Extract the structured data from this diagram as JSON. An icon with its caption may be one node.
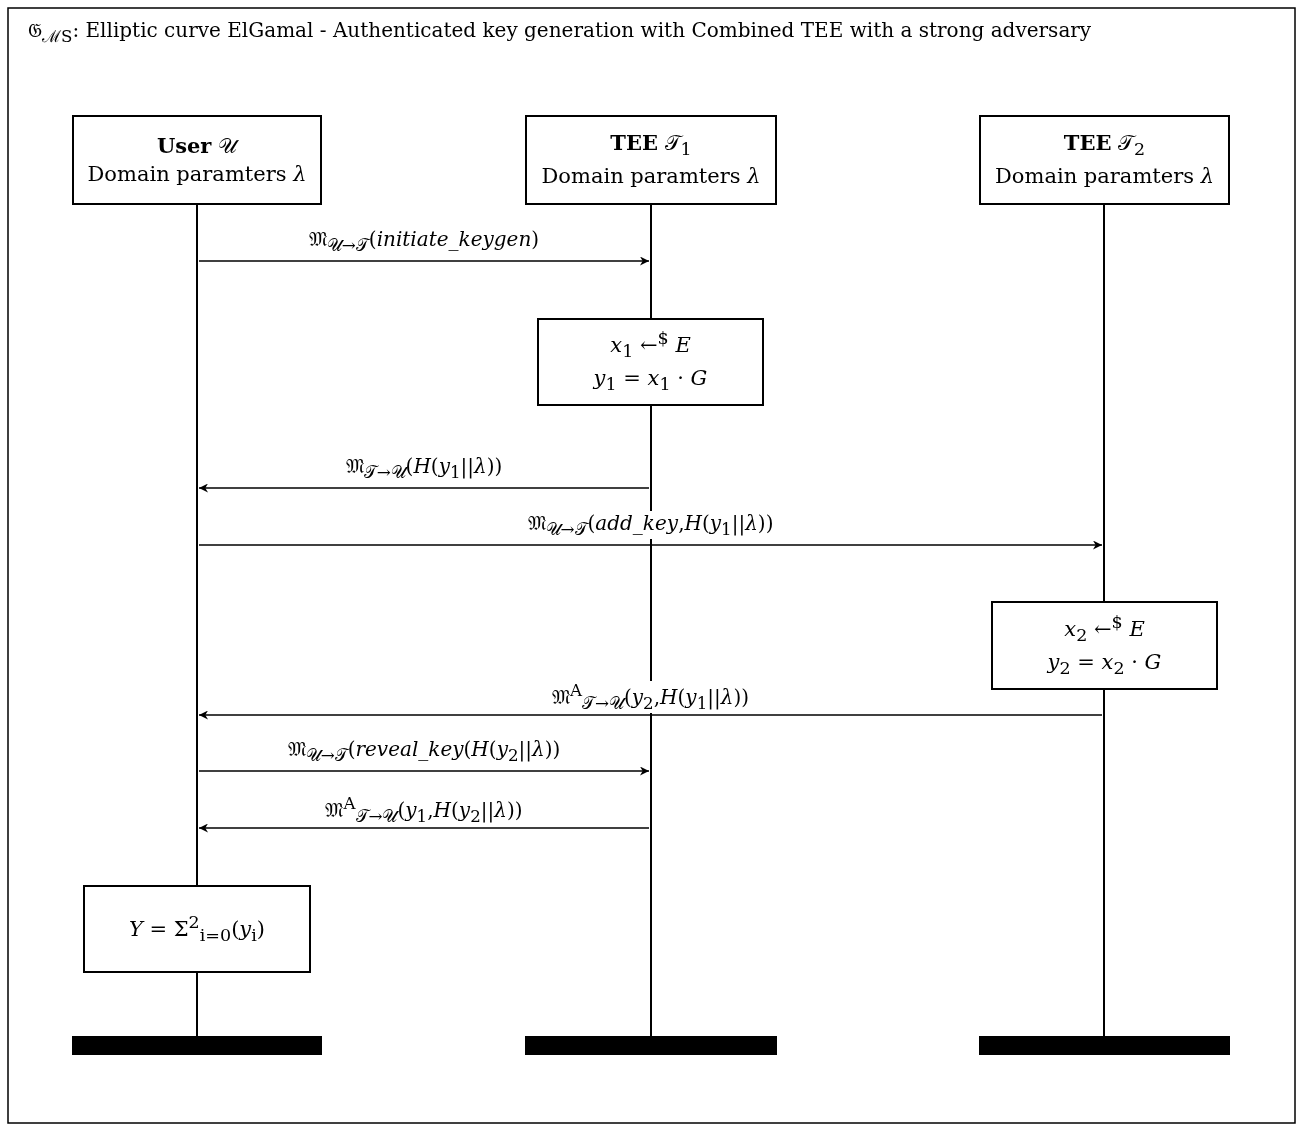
{
  "diagram": {
    "title": "𝔊$_{ℳS}$: Elliptic curve ElGamal - Authenticated key generation with Combined TEE with a strong adversary",
    "nodes": [
      {
        "text": [
          "**User** 𝒰",
          "Domain paramters *λ*"
        ]
      },
      {
        "text": [
          "**TEE** 𝒯$_{1}$",
          "Domain paramters *λ*"
        ]
      },
      {
        "text": [
          "**TEE** 𝒯$_{2}$",
          "Domain paramters *λ*"
        ]
      },
      {
        "text": [],
        "shape": "line"
      },
      {
        "text": [],
        "shape": "line"
      },
      {
        "text": [],
        "shape": "line"
      },
      {
        "text": [
          "*x*$_{1}$ ←$^{$}$ *E*",
          "*y*$_{1}$ = *x*$_{1}$ · *G*"
        ]
      },
      {
        "text": [],
        "shape": "line"
      },
      {
        "text": [
          "*x*$_{2}$ ←$^{$}$ *E*",
          "*y*$_{2}$ = *x*$_{2}$ · *G*"
        ]
      },
      {
        "text": [],
        "shape": "line"
      },
      {
        "text": [
          "*Y* = Σ$^{2}$$_{i=0}$(*y*$_{i}$)"
        ]
      },
      {
        "text": [],
        "shape": "line"
      },
      {
        "text": [],
        "shape": "bar"
      },
      {
        "text": [],
        "shape": "bar"
      },
      {
        "text": [],
        "shape": "bar"
      }
    ],
    "edges": [
      {
        "from": 3,
        "to": 4,
        "arrow": "to",
        "label": "𝔐$_{𝒰→𝒯}$(*initiate_keygen*)"
      },
      {
        "from": 7,
        "to": 3,
        "arrow": "to",
        "label": "𝔐$_{𝒯→𝒰}$(*H*(*y*$_{1}$||*λ*))"
      },
      {
        "from": 3,
        "to": 5,
        "arrow": "to",
        "label": "𝔐$_{𝒰→𝒯}$(*add_key*,*H*(*y*$_{1}$||*λ*))"
      },
      {
        "from": 9,
        "to": 3,
        "arrow": "to",
        "label": "𝔐$^{A}$$_{𝒯→𝒰}$(*y*$_{2}$,*H*(*y*$_{1}$||*λ*))"
      },
      {
        "from": 3,
        "to": 7,
        "arrow": "to",
        "label": "𝔐$_{𝒰→𝒯}$(*reveal_key*(*H*(*y*$_{2}$||*λ*))"
      },
      {
        "from": 7,
        "to": 3,
        "arrow": "to",
        "label": "𝔐$^{A}$$_{𝒯→𝒰}$(*y*$_{1}$,*H*(*y*$_{2}$||*λ*))"
      }
    ]
  }
}
